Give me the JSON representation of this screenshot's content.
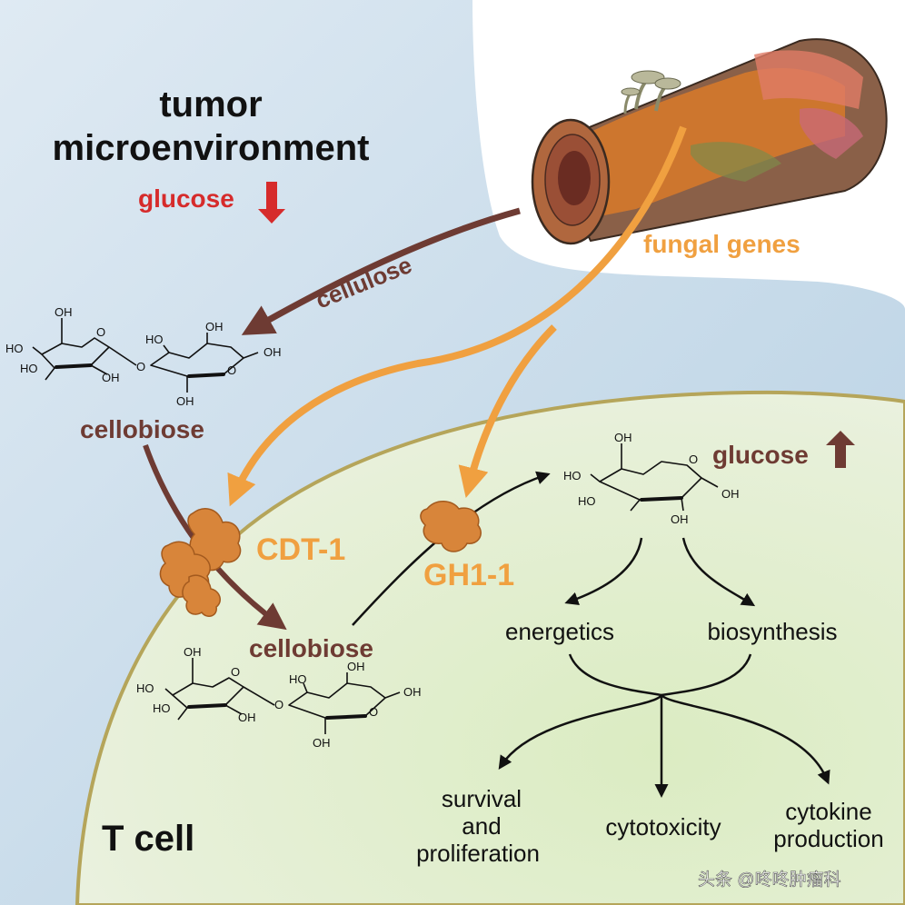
{
  "title": {
    "line1": "tumor",
    "line2": "microenvironment"
  },
  "env_glucose": "glucose",
  "cellulose_label": "cellulose",
  "fungal_genes_label": "fungal genes",
  "cellobiose_outside": "cellobiose",
  "cellobiose_inside": "cellobiose",
  "cdt1": "CDT-1",
  "gh11": "GH1-1",
  "cell_glucose": "glucose",
  "energetics": "energetics",
  "biosynthesis": "biosynthesis",
  "outcomes": {
    "survival_l1": "survival",
    "survival_l2": "and",
    "survival_l3": "proliferation",
    "cytotoxicity": "cytotoxicity",
    "cytokine_l1": "cytokine",
    "cytokine_l2": "production"
  },
  "tcell_label": "T cell",
  "watermark": "头条 @咚咚肿瘤科",
  "chem": {
    "oh": "OH",
    "ho": "HO",
    "o": "O"
  },
  "colors": {
    "brown": "#6e3b33",
    "orange": "#f0a040",
    "red": "#d62b2b",
    "cell_fill": "#e3efcf",
    "membrane": "#b5a55a",
    "env_blue": "#c9dcea"
  }
}
